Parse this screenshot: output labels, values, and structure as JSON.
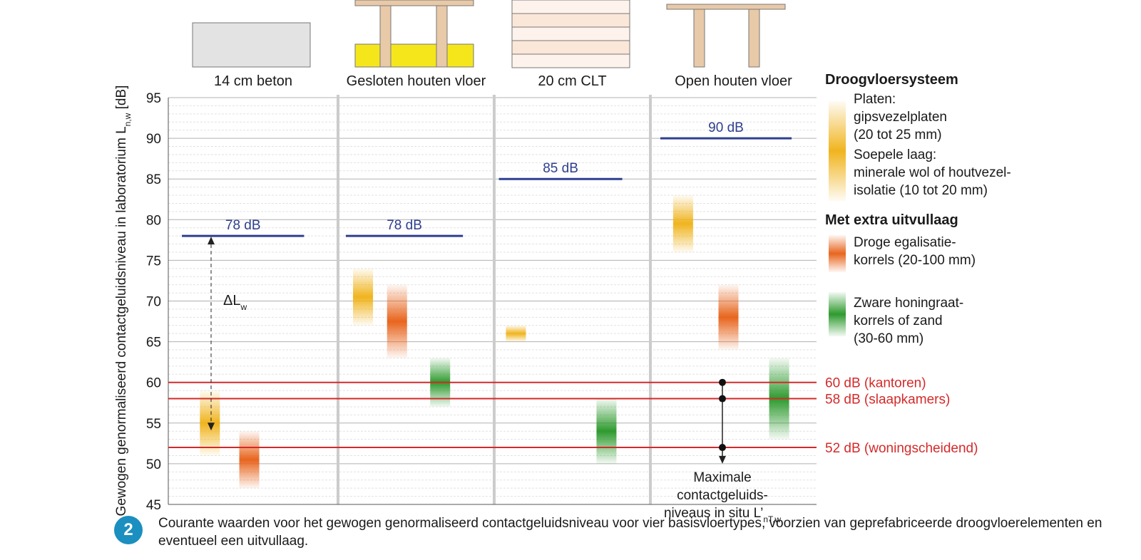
{
  "chart_data": {
    "type": "range-bar",
    "ylabel": "Gewogen genormaliseerd contactgeluidsniveau in laboratorium L",
    "ylabel_sub": "n,w",
    "ylabel_unit": "[dB]",
    "ylim": [
      45,
      95
    ],
    "yticks": [
      45,
      50,
      55,
      60,
      65,
      70,
      75,
      80,
      85,
      90,
      95
    ],
    "grid": true,
    "categories": [
      "14 cm beton",
      "Gesloten houten vloer",
      "20 cm CLT",
      "Open houten vloer"
    ],
    "reference_lines": [
      {
        "category": "14 cm beton",
        "value": 78,
        "label": "78 dB"
      },
      {
        "category": "Gesloten houten vloer",
        "value": 78,
        "label": "78 dB"
      },
      {
        "category": "20 cm CLT",
        "value": 85,
        "label": "85 dB"
      },
      {
        "category": "Open houten vloer",
        "value": 90,
        "label": "90 dB"
      }
    ],
    "series": [
      {
        "name": "Droogvloersysteem",
        "color": "#f0b41e",
        "ranges": [
          {
            "category": "14 cm beton",
            "low": 51,
            "high": 59
          },
          {
            "category": "Gesloten houten vloer",
            "low": 67,
            "high": 74
          },
          {
            "category": "20 cm CLT",
            "low": 65,
            "high": 67
          },
          {
            "category": "Open houten vloer",
            "low": 76,
            "high": 83
          }
        ]
      },
      {
        "name": "Met extra uitvullaag - droge egalisatiekorrels",
        "color": "#e8651e",
        "ranges": [
          {
            "category": "14 cm beton",
            "low": 47,
            "high": 54
          },
          {
            "category": "Gesloten houten vloer",
            "low": 63,
            "high": 72
          },
          {
            "category": "Open houten vloer",
            "low": 64,
            "high": 72
          }
        ]
      },
      {
        "name": "Met extra uitvullaag - zware honingraatkorrels of zand",
        "color": "#2e9a2e",
        "ranges": [
          {
            "category": "Gesloten houten vloer",
            "low": 57,
            "high": 63
          },
          {
            "category": "20 cm CLT",
            "low": 50,
            "high": 58
          },
          {
            "category": "Open houten vloer",
            "low": 53,
            "high": 63
          }
        ]
      }
    ],
    "thresholds": [
      {
        "value": 60,
        "label": "60 dB (kantoren)"
      },
      {
        "value": 58,
        "label": "58 dB (slaapkamers)"
      },
      {
        "value": 52,
        "label": "52 dB (woningscheidend)"
      }
    ],
    "annotations": {
      "delta": {
        "category": "14 cm beton",
        "from": 78,
        "to": 54,
        "label": "ΔL",
        "label_sub": "w"
      },
      "insitu": {
        "category": "Open houten vloer",
        "points": [
          60,
          58,
          52
        ],
        "arrow_to": 50,
        "label_lines": [
          "Maximale",
          "contactgeluids-",
          "niveaus in situ L’"
        ],
        "label_sub": "nT,w"
      }
    },
    "legend": {
      "placement": "right",
      "header_dry": "Droogvloersysteem",
      "dry_top": [
        "Platen:",
        "gipsvezelplaten",
        "(20 tot 25 mm)"
      ],
      "dry_bottom": [
        "Soepele laag:",
        "minerale wol of houtvezel-",
        "isolatie (10 tot 20 mm)"
      ],
      "header_extra": "Met extra uitvullaag",
      "orange": [
        "Droge egalisatie-",
        "korrels (20-100 mm)"
      ],
      "green": [
        "Zware honingraat-",
        "korrels of zand",
        "(30-60 mm)"
      ]
    },
    "colors": {
      "ref_line": "#2e3f8f",
      "threshold": "#d42a2a",
      "grid": "#b0b0b0",
      "panel_divider": "#cccccc",
      "concrete": "#e3e3e3",
      "wood": "#e8c9a8",
      "insulation": "#f5e61c"
    }
  },
  "caption": {
    "number": "2",
    "text": "Courante waarden voor het gewogen genormaliseerd contactgeluidsniveau voor vier basisvloertypes, voorzien van geprefabriceerde droogvloerelementen en eventueel een uitvullaag."
  }
}
